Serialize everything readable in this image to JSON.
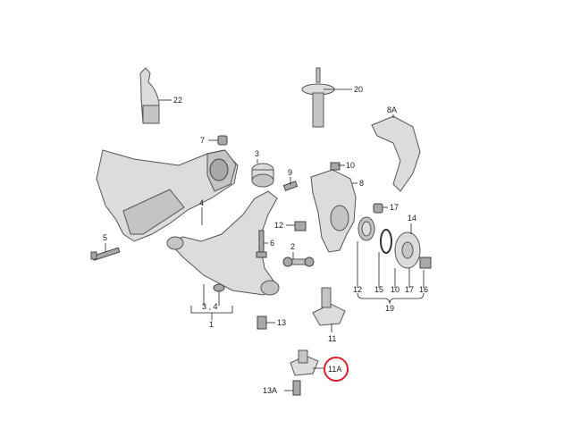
{
  "labels": {
    "l22": "22",
    "l20": "20",
    "l8a": "8A",
    "l7": "7",
    "l3": "3",
    "l9": "9",
    "l10": "10",
    "l8": "8",
    "l17": "17",
    "l4": "4",
    "l12": "12",
    "l2": "2",
    "l14": "14",
    "l5": "5",
    "l6": "6",
    "l13": "13",
    "l11": "11",
    "l11a": "11A",
    "l13a": "13A",
    "b12": "12",
    "b15": "15",
    "b10": "10",
    "b17": "17",
    "b16": "16",
    "b19": "19",
    "g34": "3 , 4",
    "g1": "1"
  },
  "colors": {
    "part_fill_light": "#dcdcdc",
    "part_fill_mid": "#c4c4c4",
    "part_fill_dark": "#a8a8a8",
    "highlight_circle": "#d8202a",
    "leader_line": "#222222"
  }
}
